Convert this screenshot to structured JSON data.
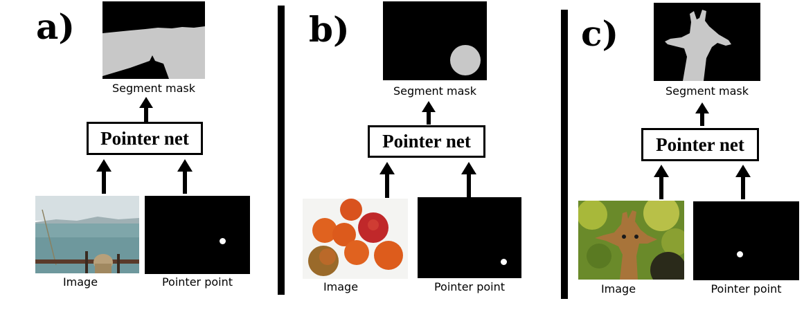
{
  "panels": [
    {
      "letter": "a)",
      "mask_caption": "Segment mask",
      "net_label": "Pointer net",
      "image_caption": "Image",
      "pointer_caption": "Pointer point",
      "mask_object": "water-region",
      "photo": "harbor-scene"
    },
    {
      "letter": "b)",
      "mask_caption": "Segment mask",
      "net_label": "Pointer net",
      "image_caption": "Image",
      "pointer_caption": "Pointer point",
      "mask_object": "orange",
      "photo": "fruit-pile"
    },
    {
      "letter": "c)",
      "mask_caption": "Segment mask",
      "net_label": "Pointer net",
      "image_caption": "Image",
      "pointer_caption": "Pointer point",
      "mask_object": "giraffe",
      "photo": "giraffe-photo"
    }
  ],
  "colors": {
    "mask_background": "#000000",
    "mask_foreground": "#c8c8c8",
    "pointer_dot": "#ffffff",
    "divider": "#000000"
  }
}
